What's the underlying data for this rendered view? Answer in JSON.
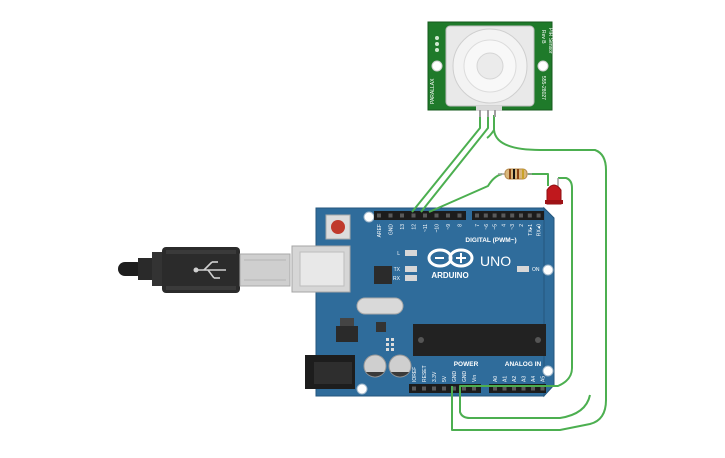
{
  "board": {
    "brand": "ARDUINO",
    "model": "UNO",
    "digital_header": "DIGITAL (PWM~)",
    "power_header": "POWER",
    "analog_header": "ANALOG IN",
    "on_label": "ON",
    "l_label": "L",
    "tx_label": "TX",
    "rx_label": "RX",
    "digital_pins_left": [
      "AREF",
      "GND",
      "13",
      "12",
      "~11",
      "~10",
      "~9",
      "8"
    ],
    "digital_pins_right": [
      "7",
      "~6",
      "~5",
      "4",
      "~3",
      "2",
      "TX▸1",
      "RX◂0"
    ],
    "power_pins": [
      "IOREF",
      "RESET",
      "3.3V",
      "5V",
      "GND",
      "GND",
      "Vin"
    ],
    "analog_pins": [
      "A0",
      "A1",
      "A2",
      "A3",
      "A4",
      "A5"
    ]
  },
  "pir_sensor": {
    "title": "PIR Sensor",
    "revision": "Rev B",
    "part_number": "555-28027",
    "maker": "PARALLAX"
  },
  "colors": {
    "board_blue": "#2f6c9b",
    "pcb_green": "#1f7a2a",
    "wire_green": "#4caf50",
    "led_red": "#c0181d"
  }
}
